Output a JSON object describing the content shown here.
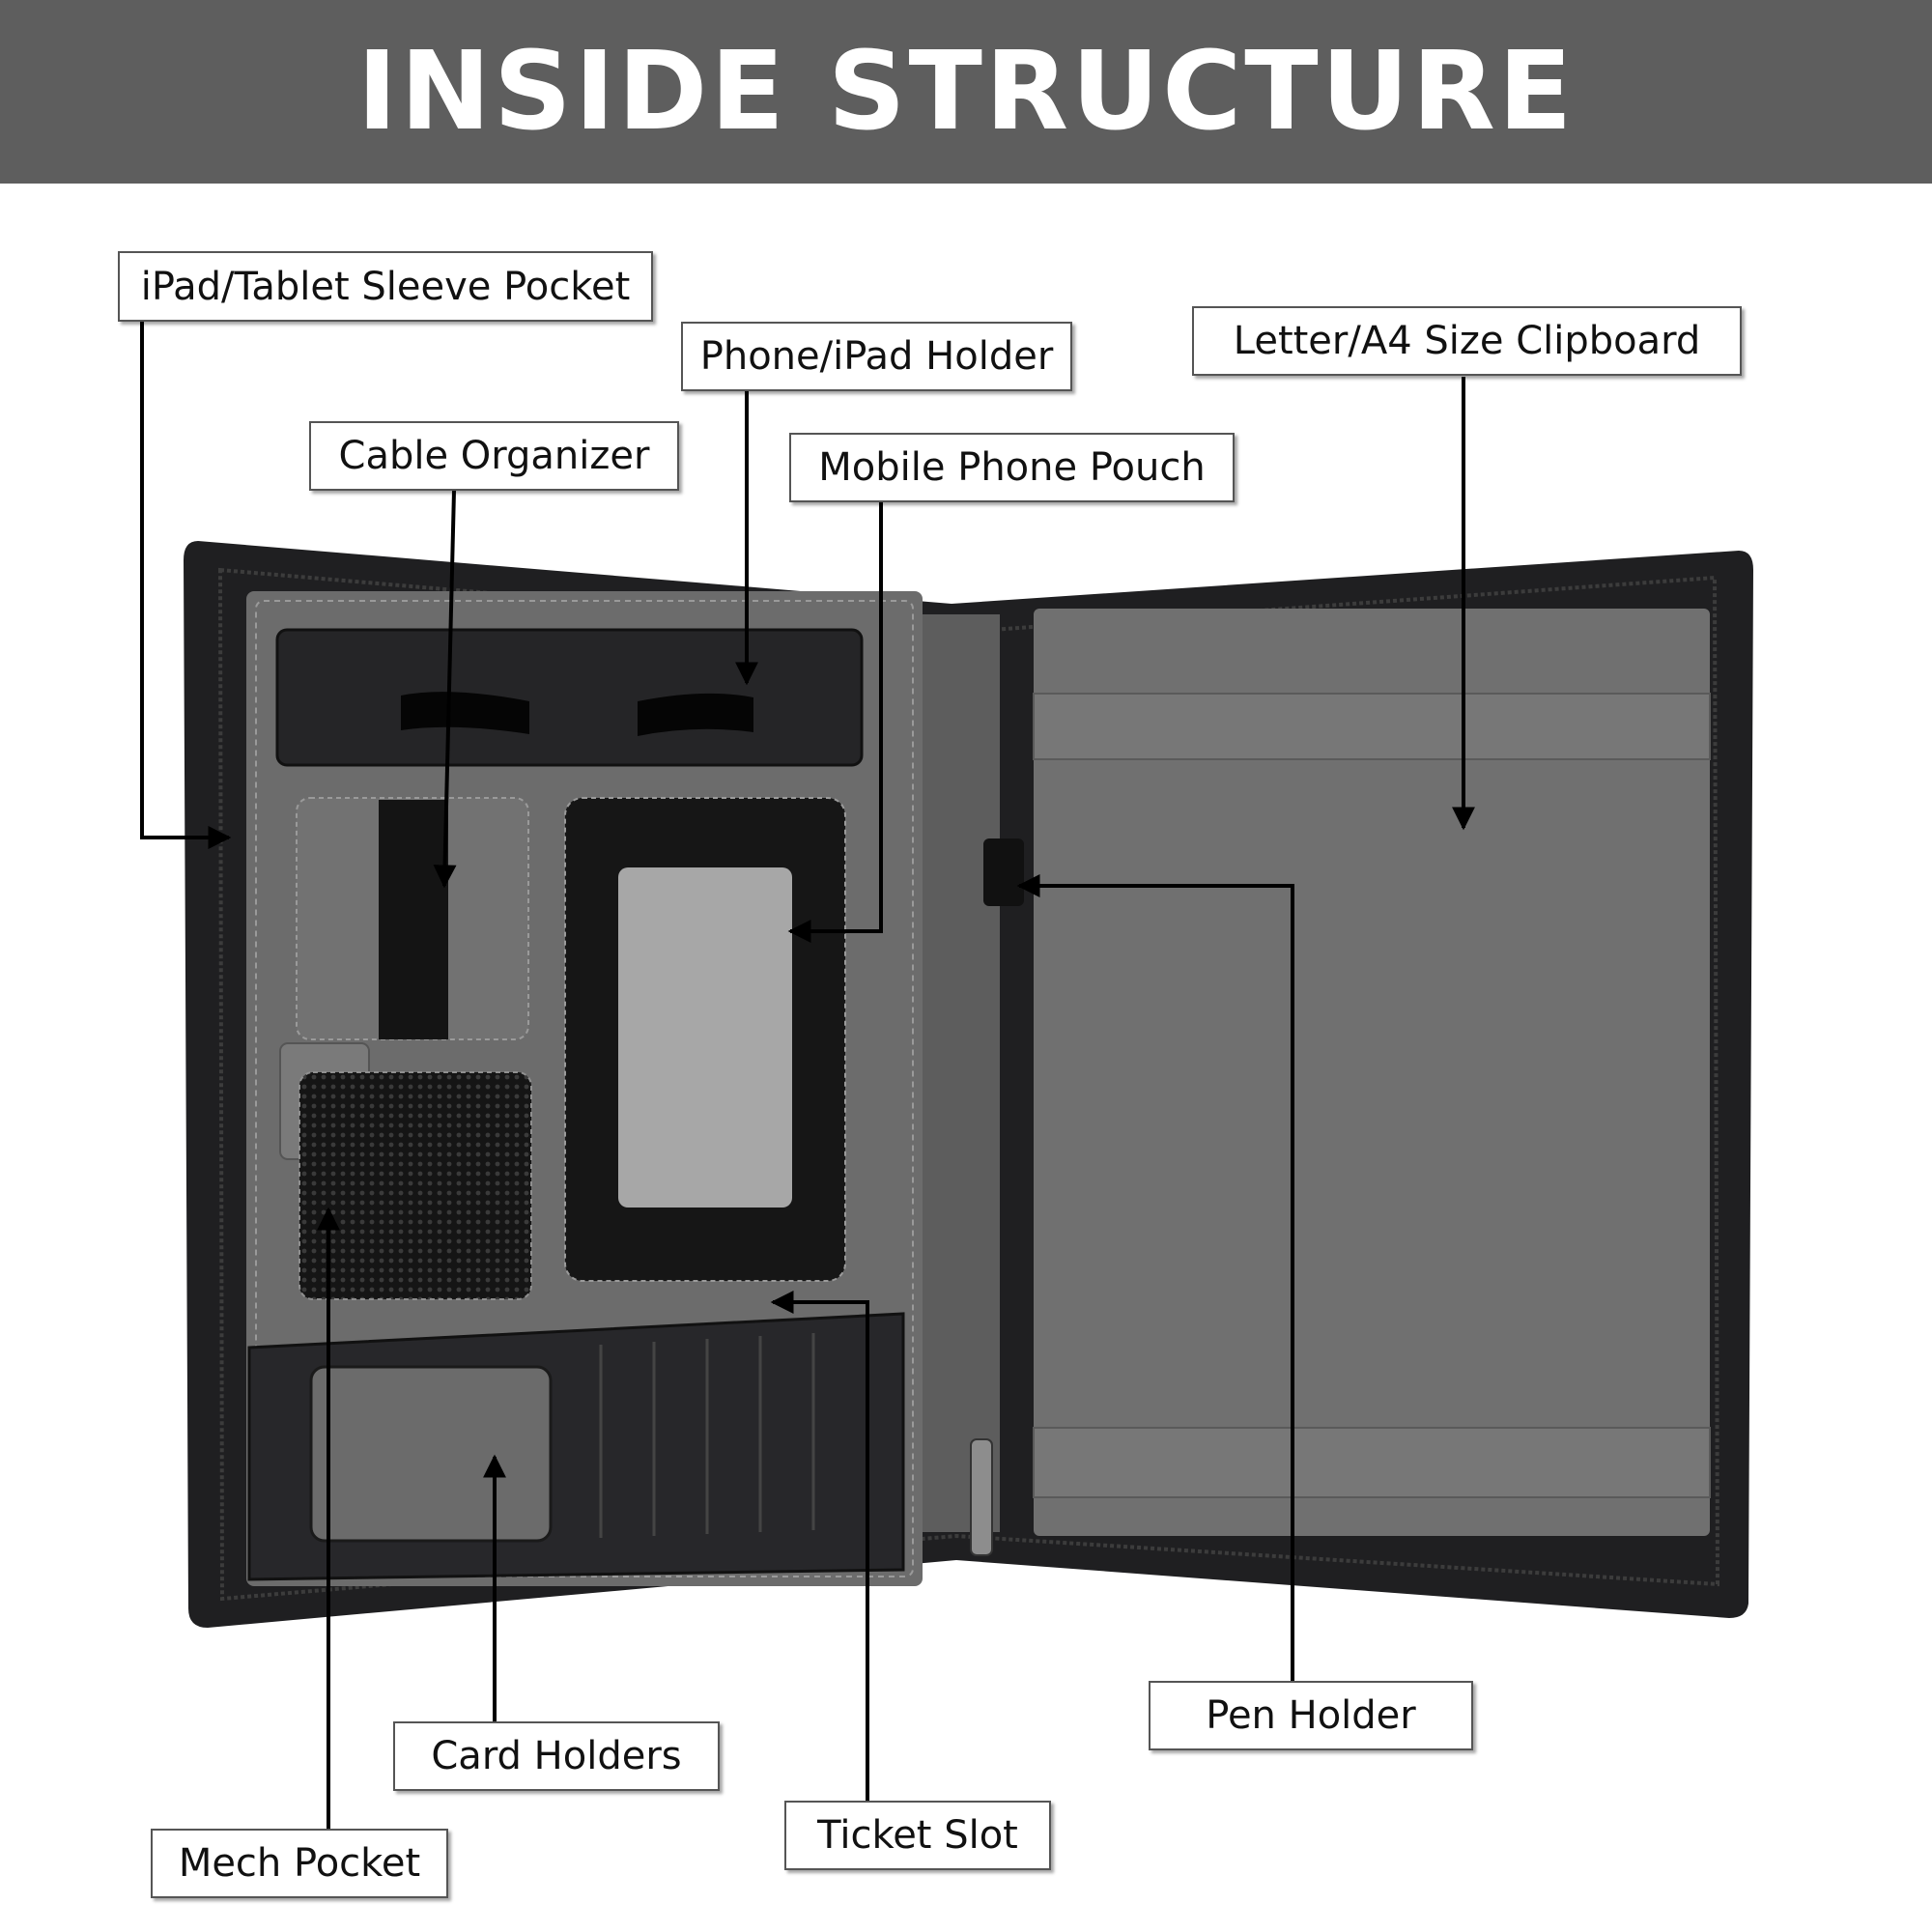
{
  "header": {
    "title": "INSIDE STRUCTURE"
  },
  "labels": {
    "ipad_sleeve": "iPad/Tablet Sleeve Pocket",
    "phone_holder": "Phone/iPad Holder",
    "clipboard": "Letter/A4 Size Clipboard",
    "cable_organizer": "Cable Organizer",
    "phone_pouch": "Mobile Phone Pouch",
    "pen_holder": "Pen Holder",
    "card_holders": "Card Holders",
    "ticket_slot": "Ticket Slot",
    "mech_pocket": "Mech Pocket"
  },
  "colors": {
    "banner": "#5e5e5e",
    "leather": "#1f1f21",
    "suede": "#6f6f6f",
    "callout_line": "#000000"
  }
}
